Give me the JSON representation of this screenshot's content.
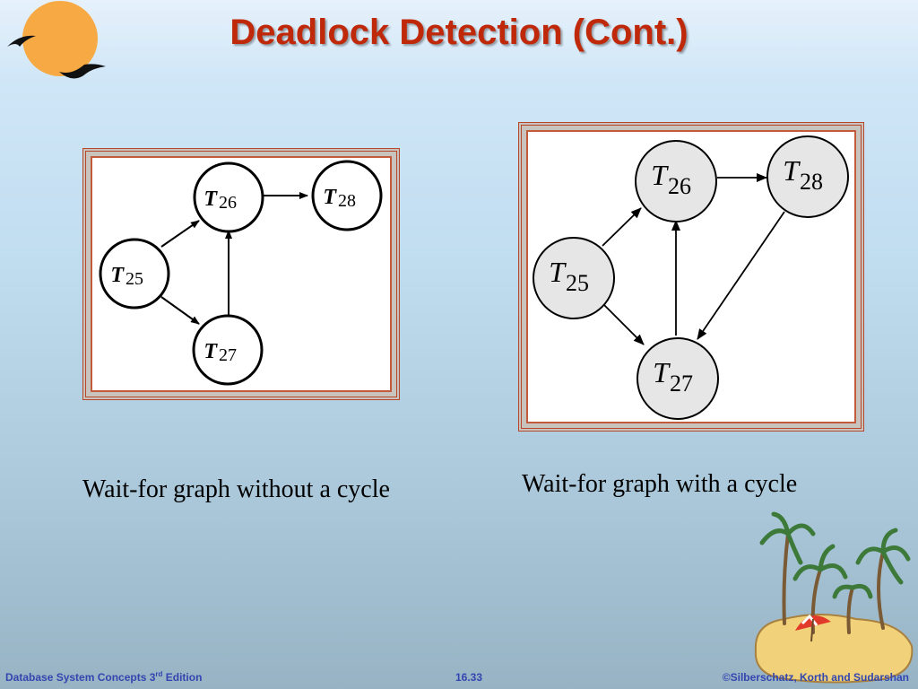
{
  "slide": {
    "title": "Deadlock Detection (Cont.)",
    "colors": {
      "title": "#c0280a",
      "footer": "#3346b0",
      "frame": "#b8462a"
    }
  },
  "graph_left": {
    "caption": "Wait-for graph without a cycle",
    "nodes": {
      "t25": {
        "letter": "T",
        "sub": "25"
      },
      "t26": {
        "letter": "T",
        "sub": "26"
      },
      "t27": {
        "letter": "T",
        "sub": "27"
      },
      "t28": {
        "letter": "T",
        "sub": "28"
      }
    },
    "edges": [
      {
        "from": "T25",
        "to": "T26"
      },
      {
        "from": "T25",
        "to": "T27"
      },
      {
        "from": "T27",
        "to": "T26"
      },
      {
        "from": "T26",
        "to": "T28"
      }
    ]
  },
  "graph_right": {
    "caption": "Wait-for graph with a cycle",
    "nodes": {
      "t25": {
        "letter": "T",
        "sub": "25"
      },
      "t26": {
        "letter": "T",
        "sub": "26"
      },
      "t27": {
        "letter": "T",
        "sub": "27"
      },
      "t28": {
        "letter": "T",
        "sub": "28"
      }
    },
    "edges": [
      {
        "from": "T25",
        "to": "T26"
      },
      {
        "from": "T25",
        "to": "T27"
      },
      {
        "from": "T27",
        "to": "T26"
      },
      {
        "from": "T26",
        "to": "T28"
      },
      {
        "from": "T28",
        "to": "T27"
      }
    ]
  },
  "footer": {
    "left_main": "Database System Concepts 3",
    "left_sup": "rd",
    "left_tail": " Edition",
    "center": "16.33",
    "right": "©Silberschatz, Korth and Sudarshan"
  }
}
